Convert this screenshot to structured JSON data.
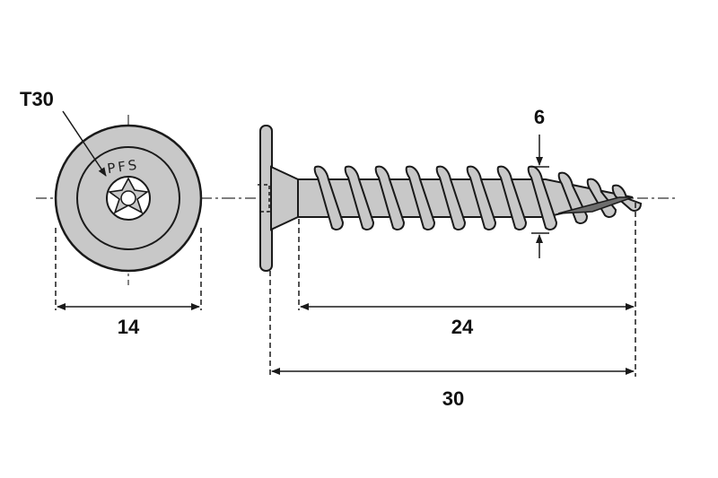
{
  "drive_label": "T30",
  "head_marking": "PFS",
  "dimensions": {
    "head_diameter": "14",
    "thread_length": "24",
    "total_length": "30",
    "shank_diameter": "6"
  },
  "colors": {
    "fill": "#c8c8c8",
    "stroke": "#1a1a1a",
    "tip": "#6e6e6e"
  }
}
